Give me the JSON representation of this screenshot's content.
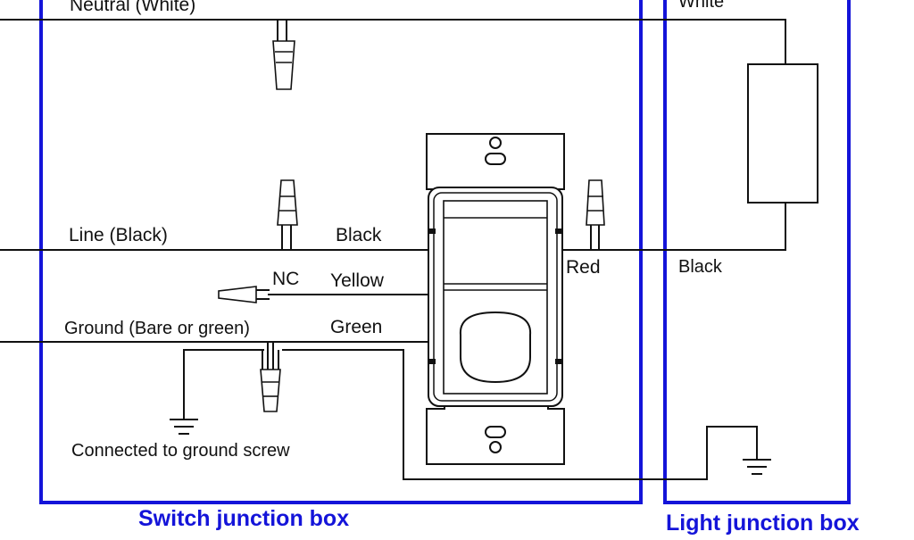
{
  "labels": {
    "neutral_white": "Neutral (White)",
    "white": "White",
    "line_black": "Line (Black)",
    "black_switch": "Black",
    "red": "Red",
    "black_light": "Black",
    "nc": "NC",
    "yellow": "Yellow",
    "ground_bare_green": "Ground (Bare or green)",
    "green": "Green",
    "connected_ground_screw": "Connected to ground screw",
    "switch_box": "Switch junction box",
    "light_box": "Light junction box"
  },
  "colors": {
    "box_outline": "#1414d9",
    "box_title": "#1414d9",
    "wire": "#111111"
  },
  "icons": [
    "wire-nut-icon",
    "ground-symbol-icon",
    "light-fixture-icon",
    "occupancy-sensor-switch-icon"
  ]
}
